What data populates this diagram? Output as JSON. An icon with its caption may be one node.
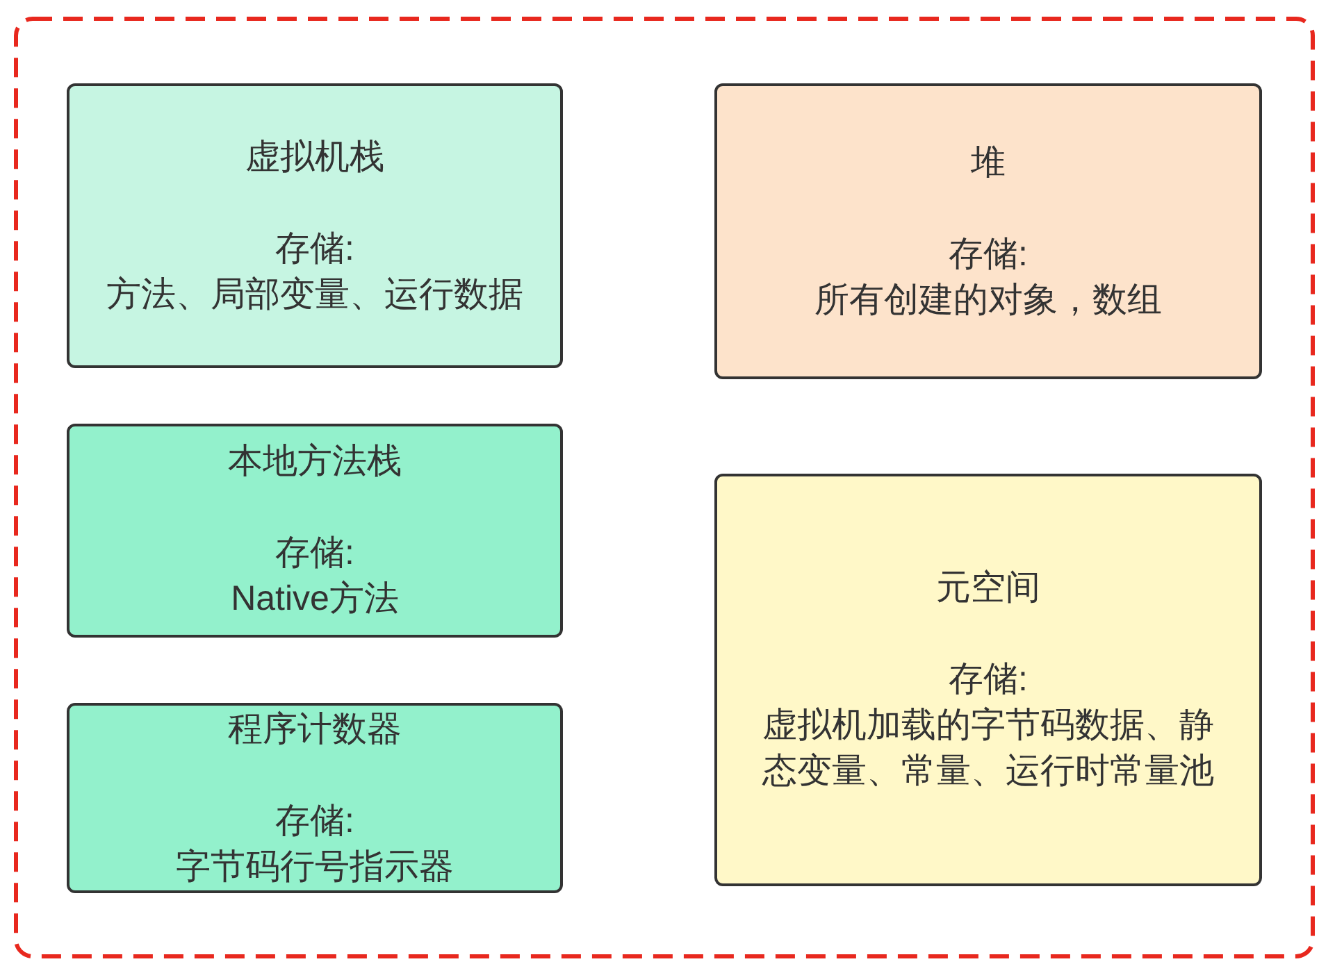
{
  "diagram": {
    "nodes": [
      {
        "text": [],
        "shape": "box"
      },
      {
        "text": [
          "虚拟机栈",
          "存储:",
          "方法、局部变量、运行数据"
        ],
        "in": 0
      },
      {
        "text": [
          "本地方法栈",
          "存储:",
          "Native方法"
        ],
        "in": 0
      },
      {
        "text": [
          "程序计数器",
          "存储:",
          "字节码行号指示器"
        ],
        "in": 0
      },
      {
        "text": [
          "堆",
          "存储:",
          "所有创建的对象，数组"
        ],
        "in": 0
      },
      {
        "text": [
          "元空间",
          "存储:",
          "虚拟机加载的字节码数据、静态变量、常量、运行时常量池"
        ],
        "in": 0
      }
    ]
  }
}
